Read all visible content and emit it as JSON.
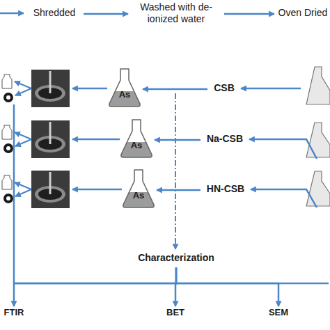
{
  "diagram": {
    "nodes": [
      {
        "text": [
          "Shredded"
        ]
      },
      {
        "text": [
          "Washed with de-ionized water"
        ]
      },
      {
        "text": [
          "Oven Dried"
        ]
      },
      {
        "text": [
          "CSB"
        ]
      },
      {
        "text": [
          "Na-CSB"
        ]
      },
      {
        "text": [
          "HN-CSB"
        ]
      },
      {
        "text": [
          "As"
        ]
      },
      {
        "text": [
          "As"
        ]
      },
      {
        "text": [
          "As"
        ]
      },
      {
        "text": [
          "Characterization"
        ]
      },
      {
        "text": [
          "FTIR"
        ]
      },
      {
        "text": [
          "BET"
        ]
      },
      {
        "text": [
          "SEM"
        ]
      }
    ],
    "edges": [
      {
        "from": 0,
        "to": 1,
        "arrow": "to"
      },
      {
        "from": 1,
        "to": 2,
        "arrow": "to"
      },
      {
        "from": 3,
        "to": 6,
        "arrow": "to"
      },
      {
        "from": 4,
        "to": 7,
        "arrow": "to"
      },
      {
        "from": 5,
        "to": 8,
        "arrow": "to"
      },
      {
        "from": 9,
        "to": 10,
        "arrow": "to"
      },
      {
        "from": 9,
        "to": 11,
        "arrow": "to"
      },
      {
        "from": 9,
        "to": 12,
        "arrow": "to"
      }
    ]
  }
}
